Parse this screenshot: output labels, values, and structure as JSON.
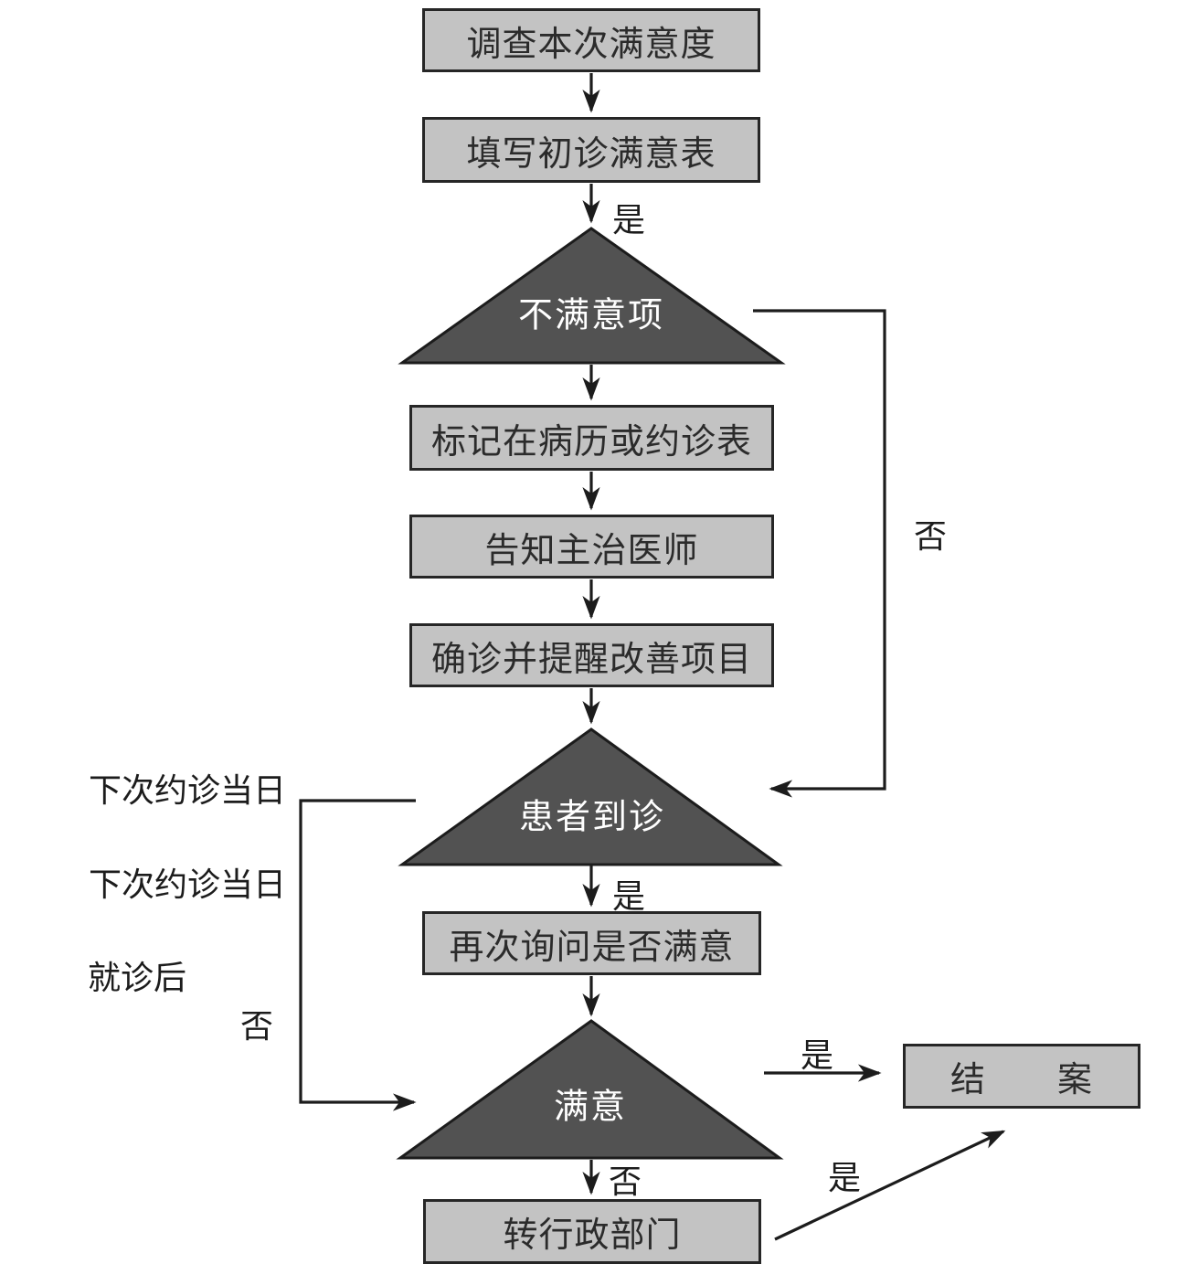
{
  "diagram": {
    "colors": {
      "background": "#ffffff",
      "box_fill": "#c3c3c3",
      "box_border": "#262626",
      "box_text": "#2b2b2b",
      "triangle_fill": "#525252",
      "triangle_text": "#ffffff",
      "line": "#1c1c1c"
    },
    "boxes": {
      "survey": "调查本次满意度",
      "fill_form": "填写初诊满意表",
      "mark_record": "标记在病历或约诊表",
      "inform_doctor": "告知主治医师",
      "confirm_remind": "确诊并提醒改善项目",
      "ask_again": "再次询问是否满意",
      "transfer_admin": "转行政部门",
      "close_case": "结　　案"
    },
    "decisions": {
      "unsatisfied_items": "不满意项",
      "patient_arrives": "患者到诊",
      "satisfied": "满意"
    },
    "edge_labels": {
      "yes_after_form": "是",
      "no_feedback_right": "否",
      "yes_patient_arrived": "是",
      "no_left_loop": "否",
      "yes_satisfied_to_close": "是",
      "no_satisfied_to_admin": "否",
      "yes_admin_to_close": "是"
    },
    "side_labels": {
      "next_appointment_day_1": "下次约诊当日",
      "next_appointment_day_2": "下次约诊当日",
      "after_visit": "就诊后"
    }
  }
}
